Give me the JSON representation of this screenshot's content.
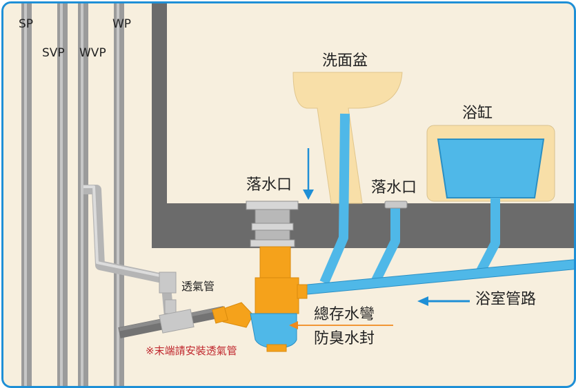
{
  "pipes": {
    "sp": "SP",
    "svp": "SVP",
    "wvp": "WVP",
    "wp": "WP"
  },
  "fixtures": {
    "washbasin": "洗面盆",
    "bathtub": "浴缸"
  },
  "drains": {
    "floor_drain_left": "落水口",
    "floor_drain_right": "落水口"
  },
  "labels": {
    "vent_pipe": "透氣管",
    "bathroom_pipe": "浴室管路",
    "trap": "總存水彎",
    "odor_seal": "防臭水封",
    "note": "※末端請安裝透氣管"
  },
  "colors": {
    "frame": "#1e8fd6",
    "wall": "#6b6b6b",
    "water_pipe": "#4fb8e8",
    "trap_orange": "#f5a21b",
    "arrow_blue": "#1e8fd6",
    "arrow_orange": "#f08a1c",
    "note_red": "#c0272d"
  }
}
